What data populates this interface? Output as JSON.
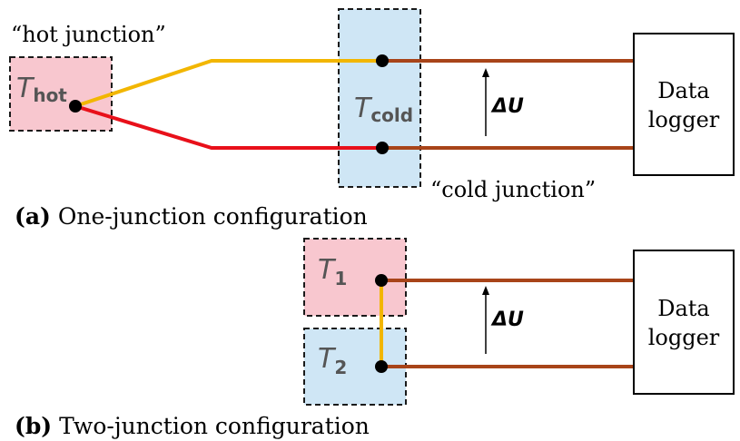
{
  "panel_a": {
    "caption_label": "(a)",
    "caption_text": "One-junction configuration",
    "hot_junction_label": "“hot junction”",
    "cold_junction_label": "“cold junction”",
    "t_hot_symbol": "T",
    "t_hot_sub": "hot",
    "t_cold_symbol": "T",
    "t_cold_sub": "cold",
    "voltage_label": "ΔU",
    "logger_line1": "Data",
    "logger_line2": "logger"
  },
  "panel_b": {
    "caption_label": "(b)",
    "caption_text": "Two-junction configuration",
    "t1_symbol": "T",
    "t1_sub": "1",
    "t2_symbol": "T",
    "t2_sub": "2",
    "voltage_label": "ΔU",
    "logger_line1": "Data",
    "logger_line2": "logger"
  },
  "colors": {
    "hot_fill": "#f8c7cf",
    "cold_fill": "#cfe6f5",
    "wire_yellow": "#f2b600",
    "wire_red": "#e8101a",
    "wire_brown": "#a84419",
    "box_stroke": "#1a1a1a",
    "text_gray": "#555555"
  }
}
